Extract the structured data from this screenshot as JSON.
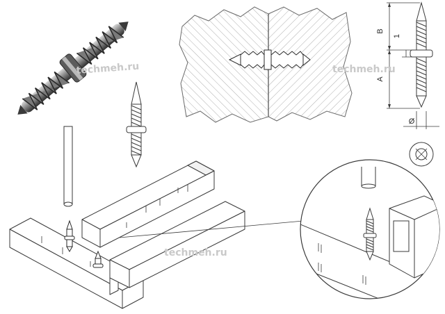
{
  "watermarks": [
    "techmeh.ru",
    "techmeh.ru",
    "techmeh.ru"
  ],
  "dimension_labels": {
    "b": "B",
    "one": "1",
    "a": "A",
    "diameter": "Ø"
  },
  "colors": {
    "line": "#3a3a3a",
    "hatch": "#9a9a9a",
    "screw_dark": "#4a4a4a",
    "screw_mid": "#8a8a8a",
    "screw_light": "#c8c8c8",
    "watermark": "#c9c9c9"
  }
}
